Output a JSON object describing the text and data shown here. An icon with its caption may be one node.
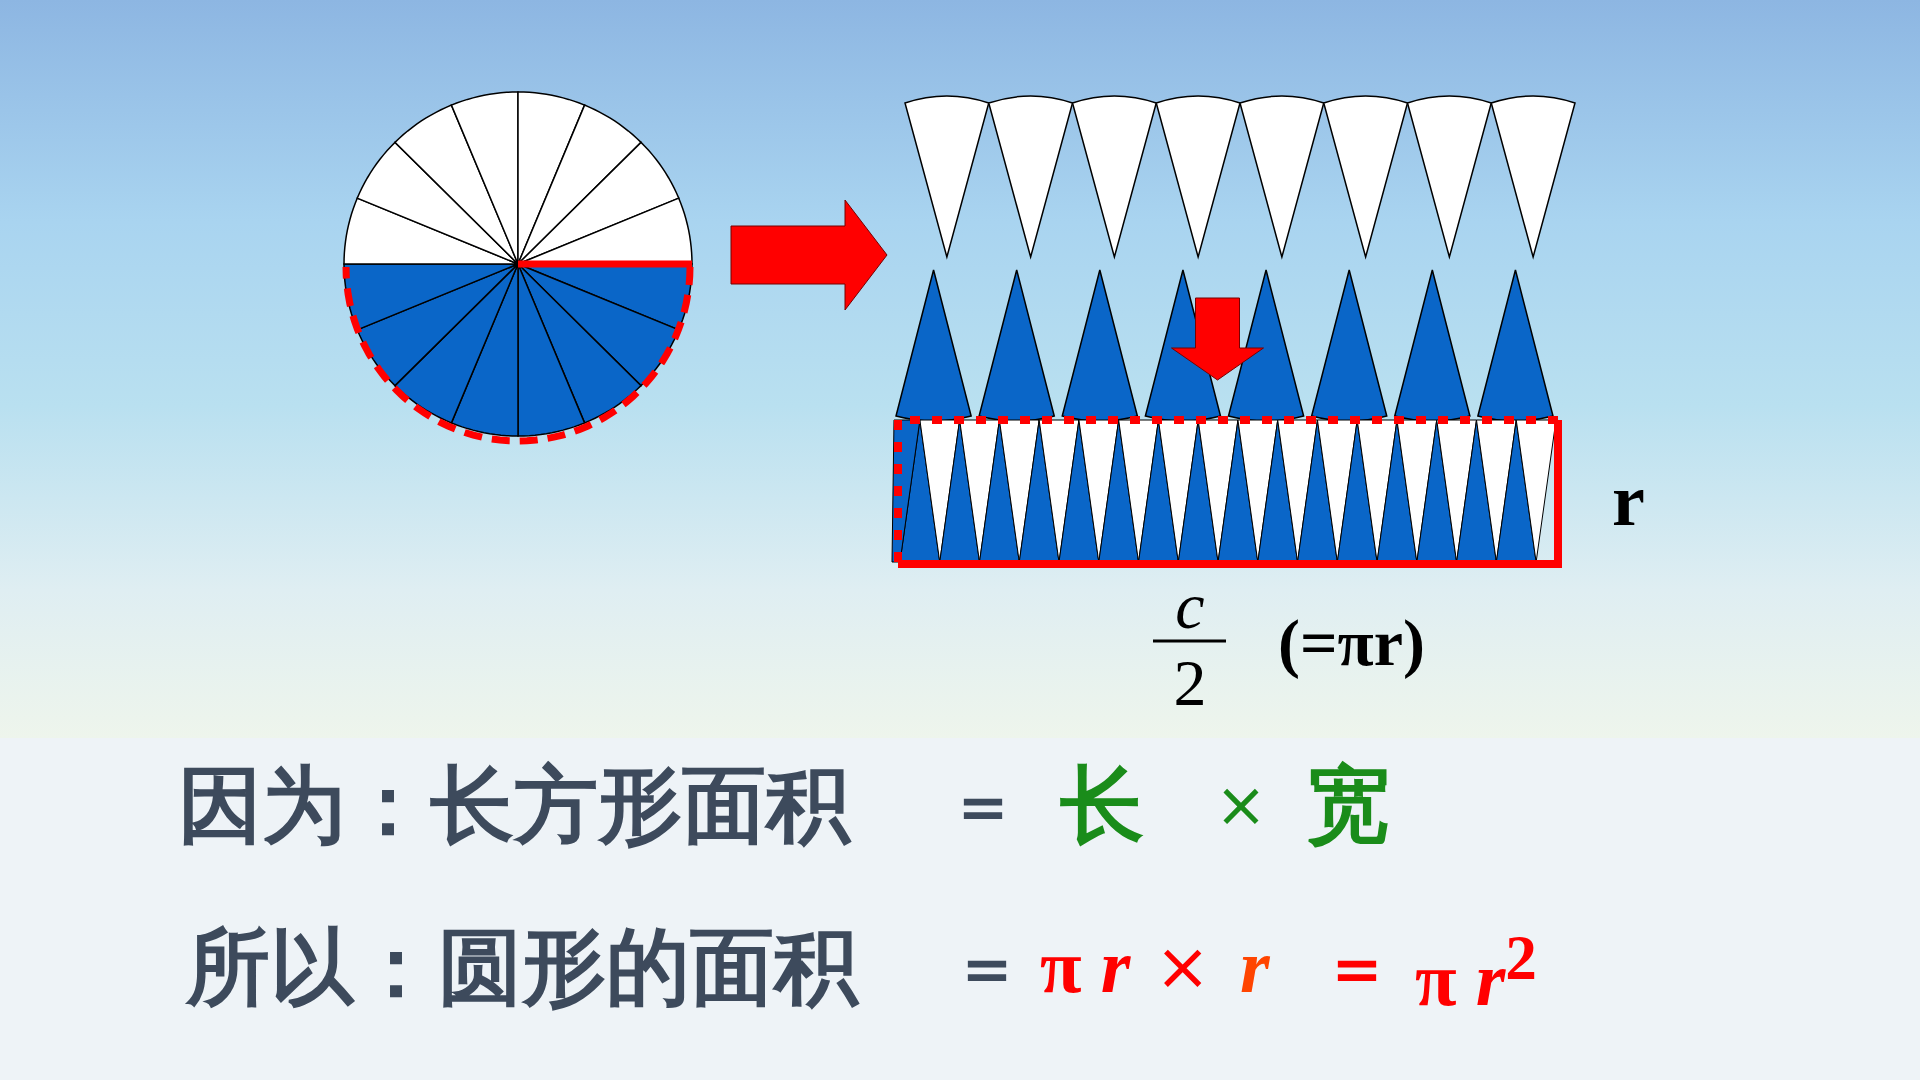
{
  "diagram": {
    "nodes": [
      {
        "text": [],
        "shape": "circle"
      },
      {
        "text": [],
        "shape": "picture"
      },
      {
        "text": [],
        "shape": "picture"
      },
      {
        "text": [],
        "shape": "box"
      }
    ],
    "edges": [
      {
        "from": 0,
        "to": 1,
        "arrow": "to",
        "style": "thick"
      },
      {
        "from": 2,
        "to": 3,
        "arrow": "to",
        "style": "thick"
      }
    ],
    "labels": [
      "r",
      "c",
      "2",
      "(=πr)",
      "因为：长方形面积",
      "＝",
      "长",
      "×",
      "宽",
      "所以：圆形的面积",
      "＝",
      "π *r*",
      "×",
      "*r*",
      "＝",
      "π *r*$^{2}$"
    ]
  }
}
